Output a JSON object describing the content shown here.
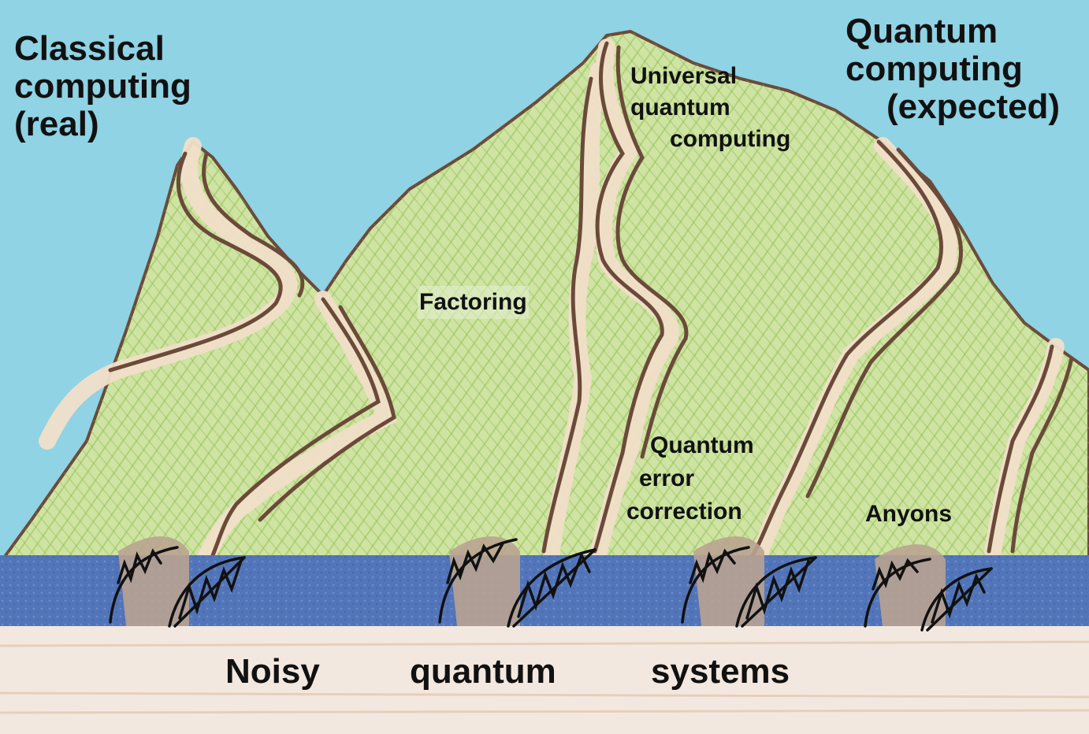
{
  "titles": {
    "classical": [
      "Classical",
      "computing",
      "(real)"
    ],
    "quantum": [
      "Quantum",
      "computing",
      "(expected)"
    ]
  },
  "peaks": {
    "universal": [
      "Universal",
      "quantum",
      "computing"
    ],
    "factoring": "Factoring",
    "qec": [
      "Quantum",
      "error",
      "correction"
    ],
    "anyons": "Anyons"
  },
  "shore": {
    "word1": "Noisy",
    "word2": "quantum",
    "word3": "systems"
  },
  "colors": {
    "sky": "#8fd3e4",
    "mountain": "#c9df9a",
    "hatch": "#8cbf4a",
    "ridge": "#6b4a3a",
    "path": "#f1dfc9",
    "water": "#4b6fb4",
    "sand": "#f3e8df"
  }
}
